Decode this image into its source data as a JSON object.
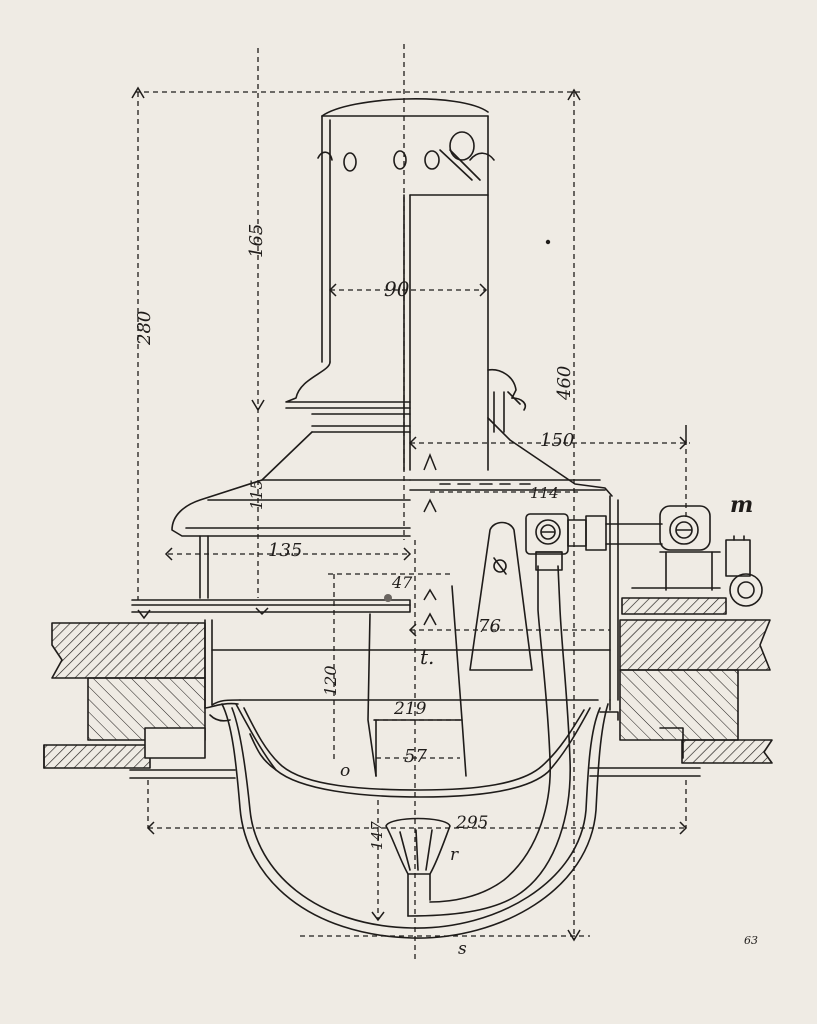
{
  "colors": {
    "paper": "#efebe4",
    "ink": "#1f1c1a"
  },
  "labels": {
    "d280": "280",
    "d165": "165",
    "d90": "90",
    "d460": "460",
    "d150": "150",
    "d114": "114",
    "d115": "115",
    "d135": "135",
    "d47": "47",
    "d76": "76",
    "d120": "120",
    "d219": "219",
    "d57": "57",
    "d295": "295",
    "d147": "147",
    "m": "m",
    "t": "t.",
    "o": "o",
    "r": "r",
    "s": "s",
    "corner": "63"
  }
}
